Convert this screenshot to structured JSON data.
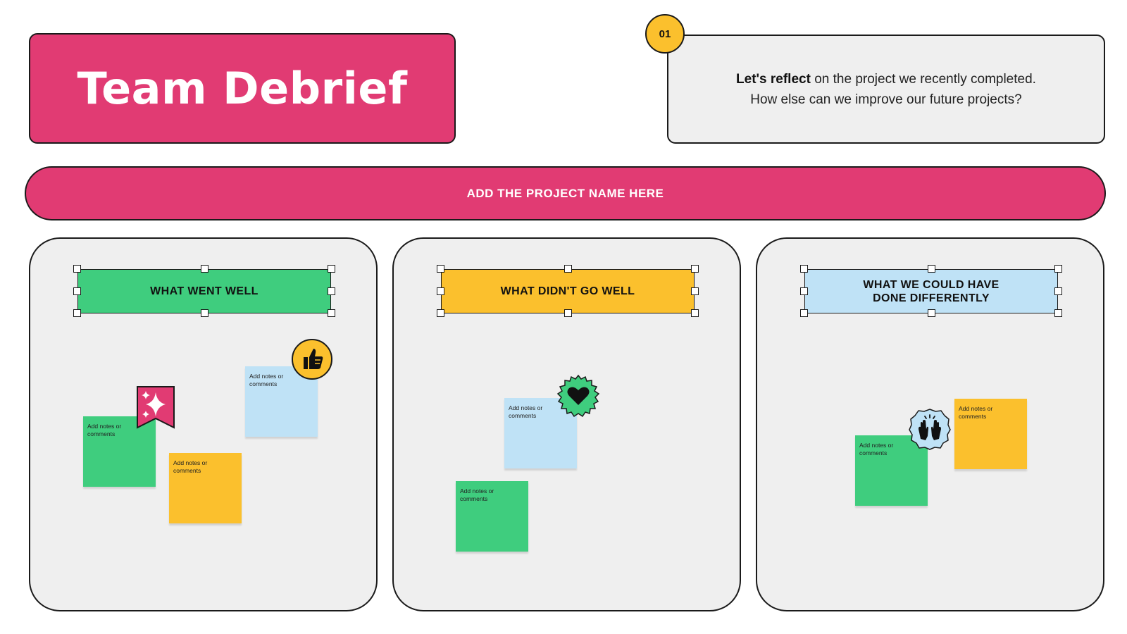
{
  "header": {
    "title": "Team Debrief",
    "step_number": "01",
    "intro_bold": "Let's reflect",
    "intro_rest": " on the project we recently completed.",
    "intro_line2": "How else can we improve our future projects?"
  },
  "project_bar": {
    "label": "ADD THE PROJECT NAME HERE"
  },
  "note_placeholder_1": "Add notes or",
  "note_placeholder_2": "comments",
  "panels": [
    {
      "title": "WHAT WENT WELL",
      "color": "#3fcd7e"
    },
    {
      "title": "WHAT DIDN'T GO WELL",
      "color": "#fbc02d"
    },
    {
      "title_line1": "WHAT WE COULD HAVE",
      "title_line2": "DONE DIFFERENTLY",
      "color": "#bfe2f6"
    }
  ],
  "colors": {
    "brand_pink": "#e13b73",
    "green": "#3fcd7e",
    "yellow": "#fbc02d",
    "blue": "#bfe2f6",
    "panel_bg": "#efefef"
  },
  "stickers": [
    "sparkle-ribbon-icon",
    "thumbs-up-icon",
    "heart-badge-icon",
    "raised-hands-icon"
  ]
}
